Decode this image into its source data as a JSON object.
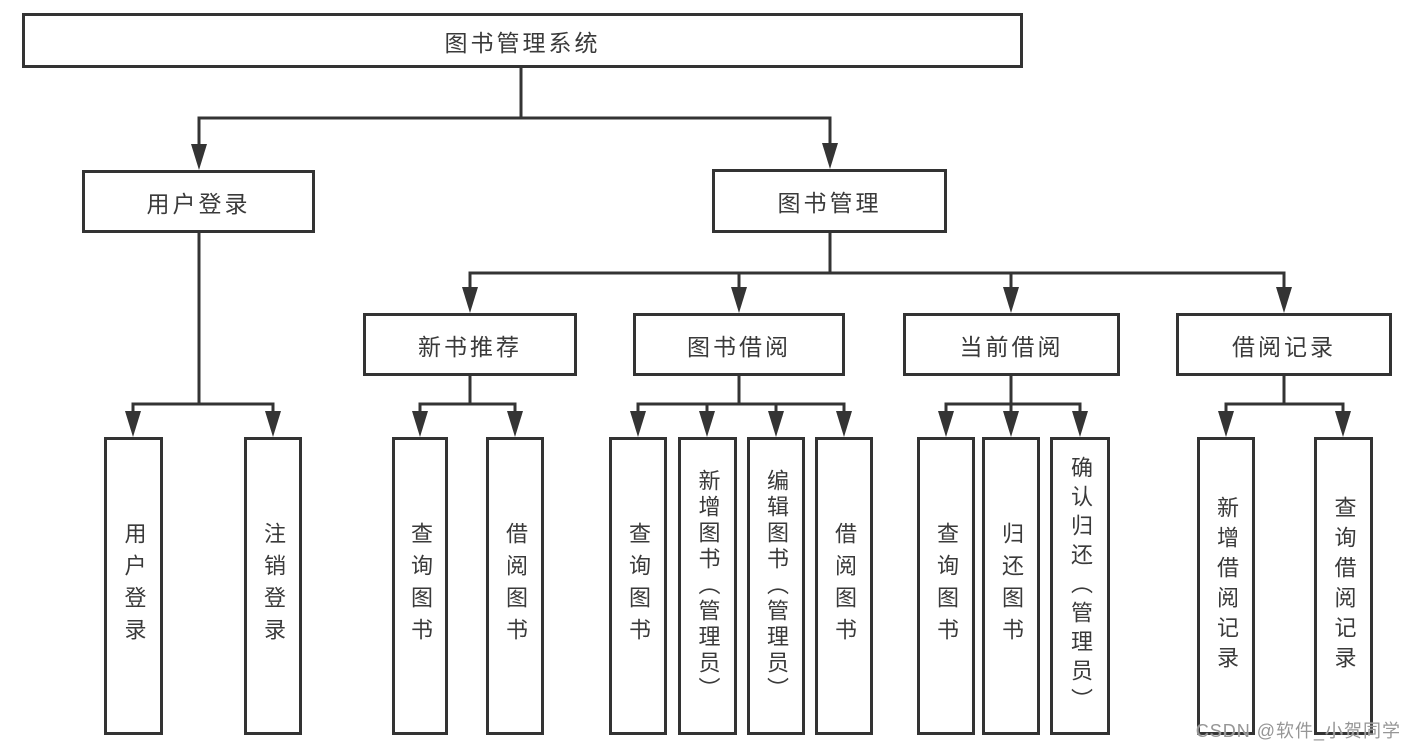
{
  "tree": {
    "label": "图书管理系统",
    "children": [
      {
        "label": "用户登录",
        "children": [
          {
            "label": "用户登录"
          },
          {
            "label": "注销登录"
          }
        ]
      },
      {
        "label": "图书管理",
        "children": [
          {
            "label": "新书推荐",
            "children": [
              {
                "label": "查询图书"
              },
              {
                "label": "借阅图书"
              }
            ]
          },
          {
            "label": "图书借阅",
            "children": [
              {
                "label": "查询图书"
              },
              {
                "label": "新增图书（管理员）"
              },
              {
                "label": "编辑图书（管理员）"
              },
              {
                "label": "借阅图书"
              }
            ]
          },
          {
            "label": "当前借阅",
            "children": [
              {
                "label": "查询图书"
              },
              {
                "label": "归还图书"
              },
              {
                "label": "确认归还（管理员）"
              }
            ]
          },
          {
            "label": "借阅记录",
            "children": [
              {
                "label": "新增借阅记录"
              },
              {
                "label": "查询借阅记录"
              }
            ]
          }
        ]
      }
    ]
  },
  "watermark": {
    "text": "CSDN @软件_小贺同学"
  },
  "colors": {
    "line": "#343434",
    "box_border": "#333333",
    "text": "#3a3a3a",
    "watermark": "#969696",
    "background": "#ffffff"
  }
}
